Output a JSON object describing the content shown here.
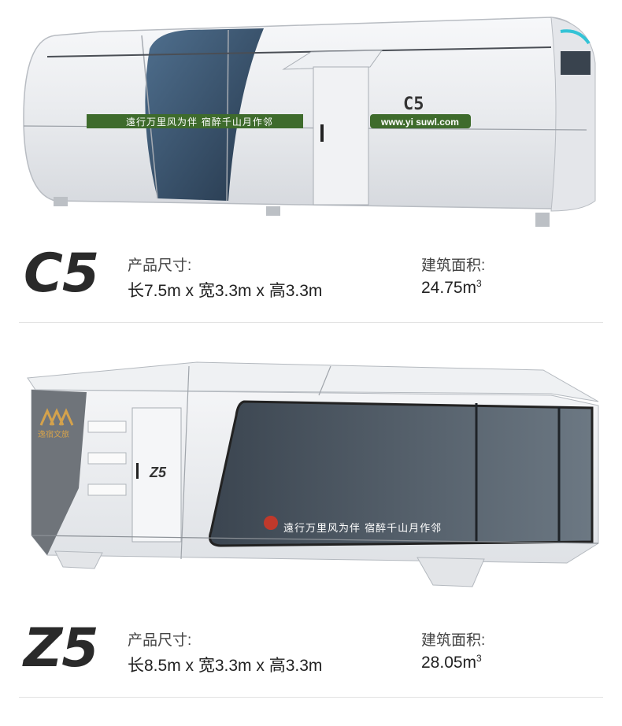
{
  "products": [
    {
      "model": "C5",
      "banner_text": "遠行万里风为伴 宿醉千山月作邻",
      "side_text": "C5",
      "website": "www.yi suwl.com",
      "size_label": "产品尺寸:",
      "size_value": "长7.5m x 宽3.3m x 高3.3m",
      "area_label": "建筑面积:",
      "area_value": "24.75m",
      "area_unit_sup": "3"
    },
    {
      "model": "Z5",
      "banner_text": "遠行万里风为伴 宿醉千山月作邻",
      "side_text": "Z5",
      "logo_text": "逸宿文旅",
      "size_label": "产品尺寸:",
      "size_value": "长8.5m x 宽3.3m x 高3.3m",
      "area_label": "建筑面积:",
      "area_value": "28.05m",
      "area_unit_sup": "3"
    }
  ]
}
